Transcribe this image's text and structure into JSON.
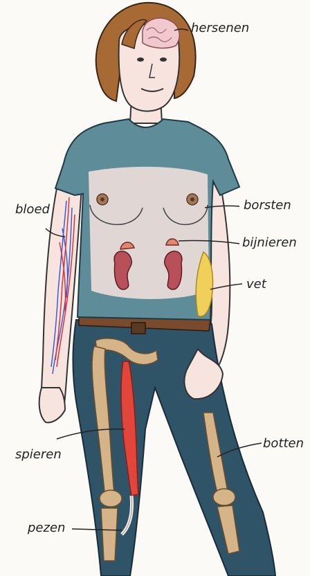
{
  "labels": {
    "brain": "hersenen",
    "blood": "bloed",
    "breasts": "borsten",
    "adrenals": "bijnieren",
    "fat": "vet",
    "muscles": "spieren",
    "bones": "botten",
    "tendons": "pezen"
  },
  "colors": {
    "hair": "#a86a34",
    "skin": "#f7e4df",
    "shirt": "#5e8c99",
    "jeans": "#2f5468",
    "bone": "#d6b48a",
    "muscle": "#e2463a",
    "kidney": "#b8505a",
    "fat": "#f0d05a",
    "vein": "#3b5bd6",
    "artery": "#d8323a",
    "belt": "#7a4a2c"
  }
}
